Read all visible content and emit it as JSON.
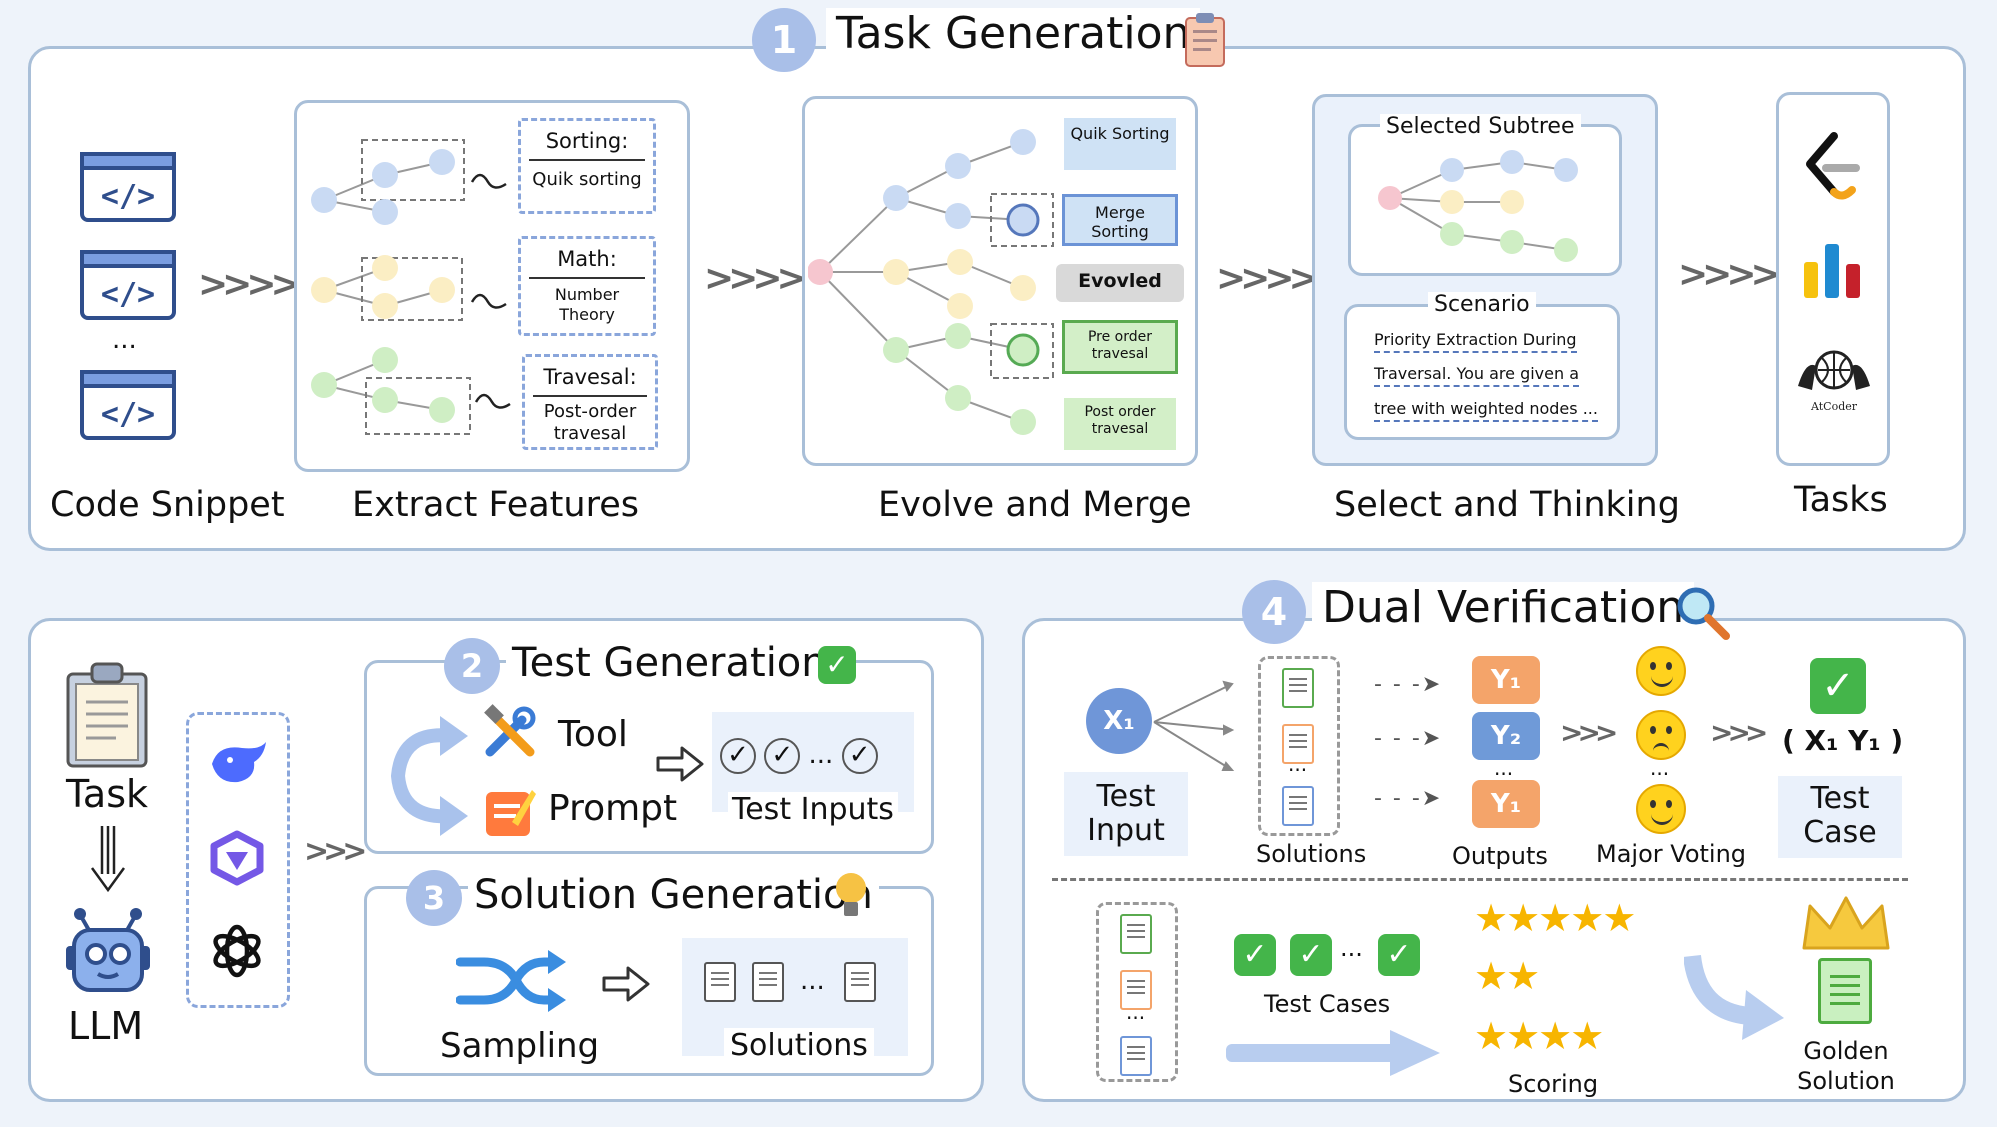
{
  "section1": {
    "number": "1",
    "title": "Task Generation",
    "captions": {
      "code_snippet": "Code Snippet",
      "extract_features": "Extract Features",
      "evolve_merge": "Evolve and Merge",
      "select_thinking": "Select and Thinking",
      "tasks": "Tasks"
    },
    "ellipsis": "...",
    "features": [
      {
        "title": "Sorting:",
        "body": "Quik sorting"
      },
      {
        "title": "Math:",
        "body": "Number Theory"
      },
      {
        "title": "Travesal:",
        "body": "Post-order travesal"
      }
    ],
    "evolve_labels": [
      {
        "text": "Quik Sorting",
        "color": "#cfe2f5"
      },
      {
        "text": "Merge Sorting",
        "color": "#cfe2f5"
      },
      {
        "text": "Evovled",
        "color": "#d9d9d9"
      },
      {
        "text": "Pre order travesal",
        "color": "#d3efc8"
      },
      {
        "text": "Post order travesal",
        "color": "#d3efc8"
      }
    ],
    "selected_subtree": "Selected Subtree",
    "scenario": {
      "title": "Scenario",
      "lines": [
        "Priority Extraction During",
        "Traversal. You are given a",
        "tree with weighted nodes ..."
      ]
    },
    "atcoder": "AtCoder"
  },
  "section2": {
    "number": "2",
    "title": "Test Generation",
    "task": "Task",
    "llm": "LLM",
    "tool": "Tool",
    "prompt": "Prompt",
    "test_inputs": "Test Inputs",
    "ellipsis": "..."
  },
  "section3": {
    "number": "3",
    "title": "Solution Generation",
    "sampling": "Sampling",
    "solutions": "Solutions",
    "ellipsis": "..."
  },
  "section4": {
    "number": "4",
    "title": "Dual Verification",
    "x1": "X₁",
    "test_input": [
      "Test",
      "Input"
    ],
    "solutions": "Solutions",
    "outputs": "Outputs",
    "major_voting": "Major Voting",
    "test_case": [
      "Test",
      "Case"
    ],
    "pair": "( X₁ Y₁ )",
    "y_boxes": [
      {
        "text": "Y₁",
        "color": "#f4a46a"
      },
      {
        "text": "Y₂",
        "color": "#6f9ad8"
      },
      {
        "text": "Y₁",
        "color": "#f4a46a"
      }
    ],
    "test_cases": "Test Cases",
    "scoring": "Scoring",
    "golden_solution": [
      "Golden",
      "Solution"
    ],
    "star_rows": [
      5,
      2,
      4
    ],
    "ellipsis": "..."
  }
}
